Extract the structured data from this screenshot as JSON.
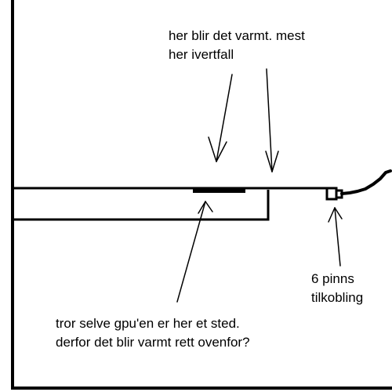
{
  "annotations": {
    "top": {
      "line1": "her blir det varmt. mest",
      "line2": "her ivertfall"
    },
    "connector": {
      "line1": "6 pinns",
      "line2": "tilkobling"
    },
    "gpu": {
      "line1": "tror selve gpu'en er her et sted.",
      "line2": "derfor det blir varmt rett ovenfor?"
    }
  },
  "colors": {
    "ink": "#000000",
    "background": "#ffffff"
  }
}
